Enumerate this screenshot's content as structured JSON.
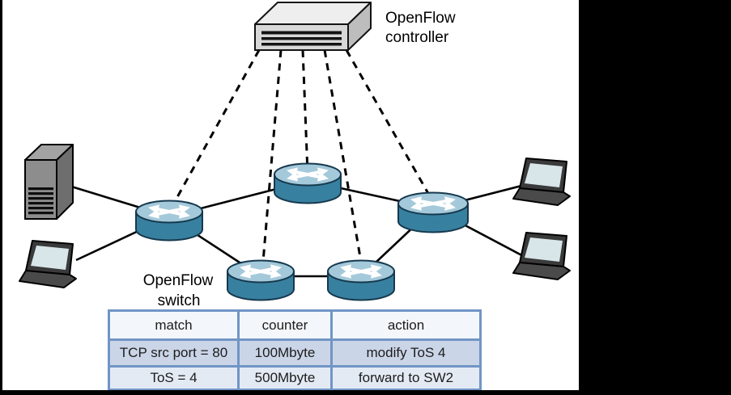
{
  "labels": {
    "controller": {
      "line1": "OpenFlow",
      "line2": "controller"
    },
    "switch": {
      "line1": "OpenFlow",
      "line2": "switch"
    }
  },
  "flow_table": {
    "headers": [
      "match",
      "counter",
      "action"
    ],
    "rows": [
      [
        "TCP src port = 80",
        "100Mbyte",
        "modify ToS 4"
      ],
      [
        "ToS = 4",
        "500Mbyte",
        "forward to SW2"
      ]
    ]
  },
  "colors": {
    "switch_body": "#38809f",
    "switch_top": "#a4c9da",
    "switch_outline": "#16394e",
    "link": "#000000",
    "table_border": "#7195c5",
    "table_header_bg": "#f3f7fb",
    "table_row1_bg": "#cbd5e8",
    "table_row2_bg": "#e4eaf4",
    "letterbox": "#000000"
  }
}
